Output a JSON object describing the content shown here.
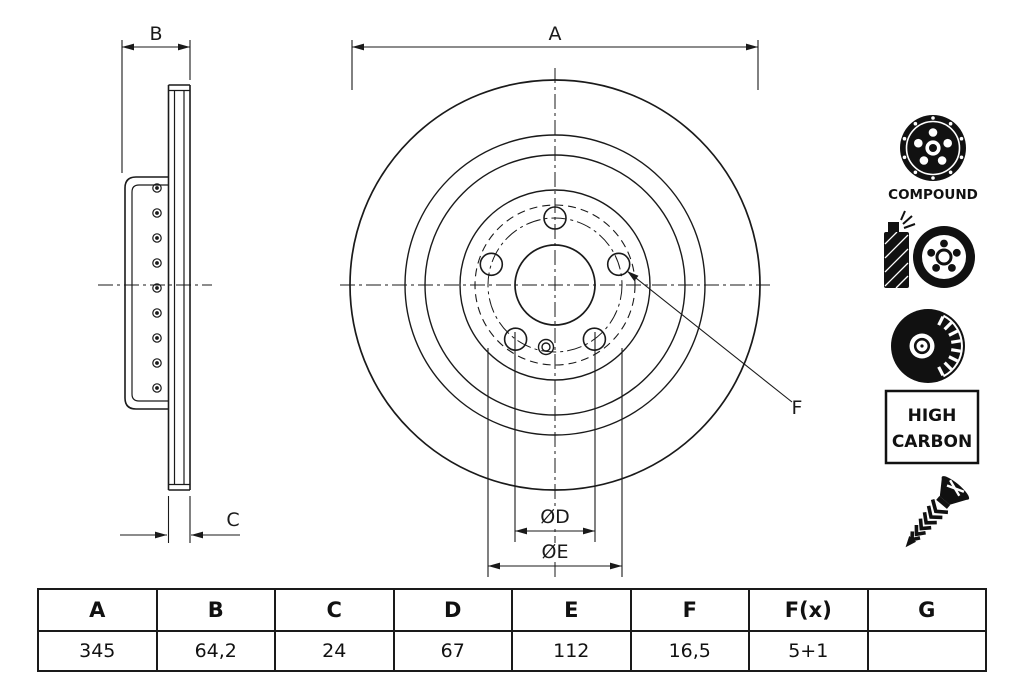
{
  "page": {
    "background": "#ffffff",
    "line_color": "#1a1a1a"
  },
  "drawing": {
    "labels": {
      "a": "A",
      "b": "B",
      "c": "C",
      "d": "ØD",
      "e": "ØE",
      "f": "F"
    }
  },
  "icons": {
    "compound": "COMPOUND",
    "high_carbon": [
      "HIGH",
      "CARBON"
    ]
  },
  "table": {
    "headers": [
      "A",
      "B",
      "C",
      "D",
      "E",
      "F",
      "F(x)",
      "G"
    ],
    "values": [
      "345",
      "64,2",
      "24",
      "67",
      "112",
      "16,5",
      "5+1",
      ""
    ]
  }
}
